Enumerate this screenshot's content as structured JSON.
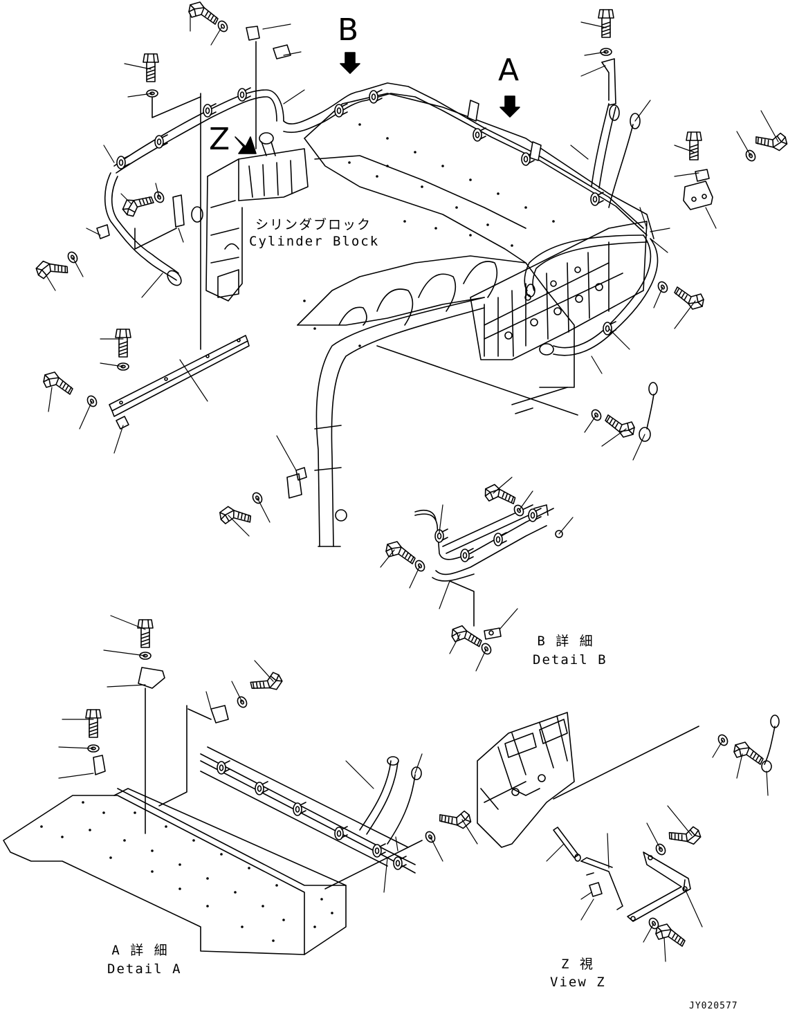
{
  "view_labels": {
    "a": "A",
    "b": "B",
    "z": "Z"
  },
  "cylinder_block": {
    "jp": "シリンダブロック",
    "en": "Cylinder Block"
  },
  "detail_a": {
    "jp": "A 詳 細",
    "en": "Detail A"
  },
  "detail_b": {
    "jp": "B 詳 細",
    "en": "Detail B"
  },
  "view_z": {
    "jp": "Z  視",
    "en": "View Z"
  },
  "drawing_number": "JY020577",
  "icons": {
    "arrow": "down-arrow-icon",
    "bolt": "bolt-icon",
    "washer": "washer-icon",
    "clamp": "clamp-icon"
  }
}
